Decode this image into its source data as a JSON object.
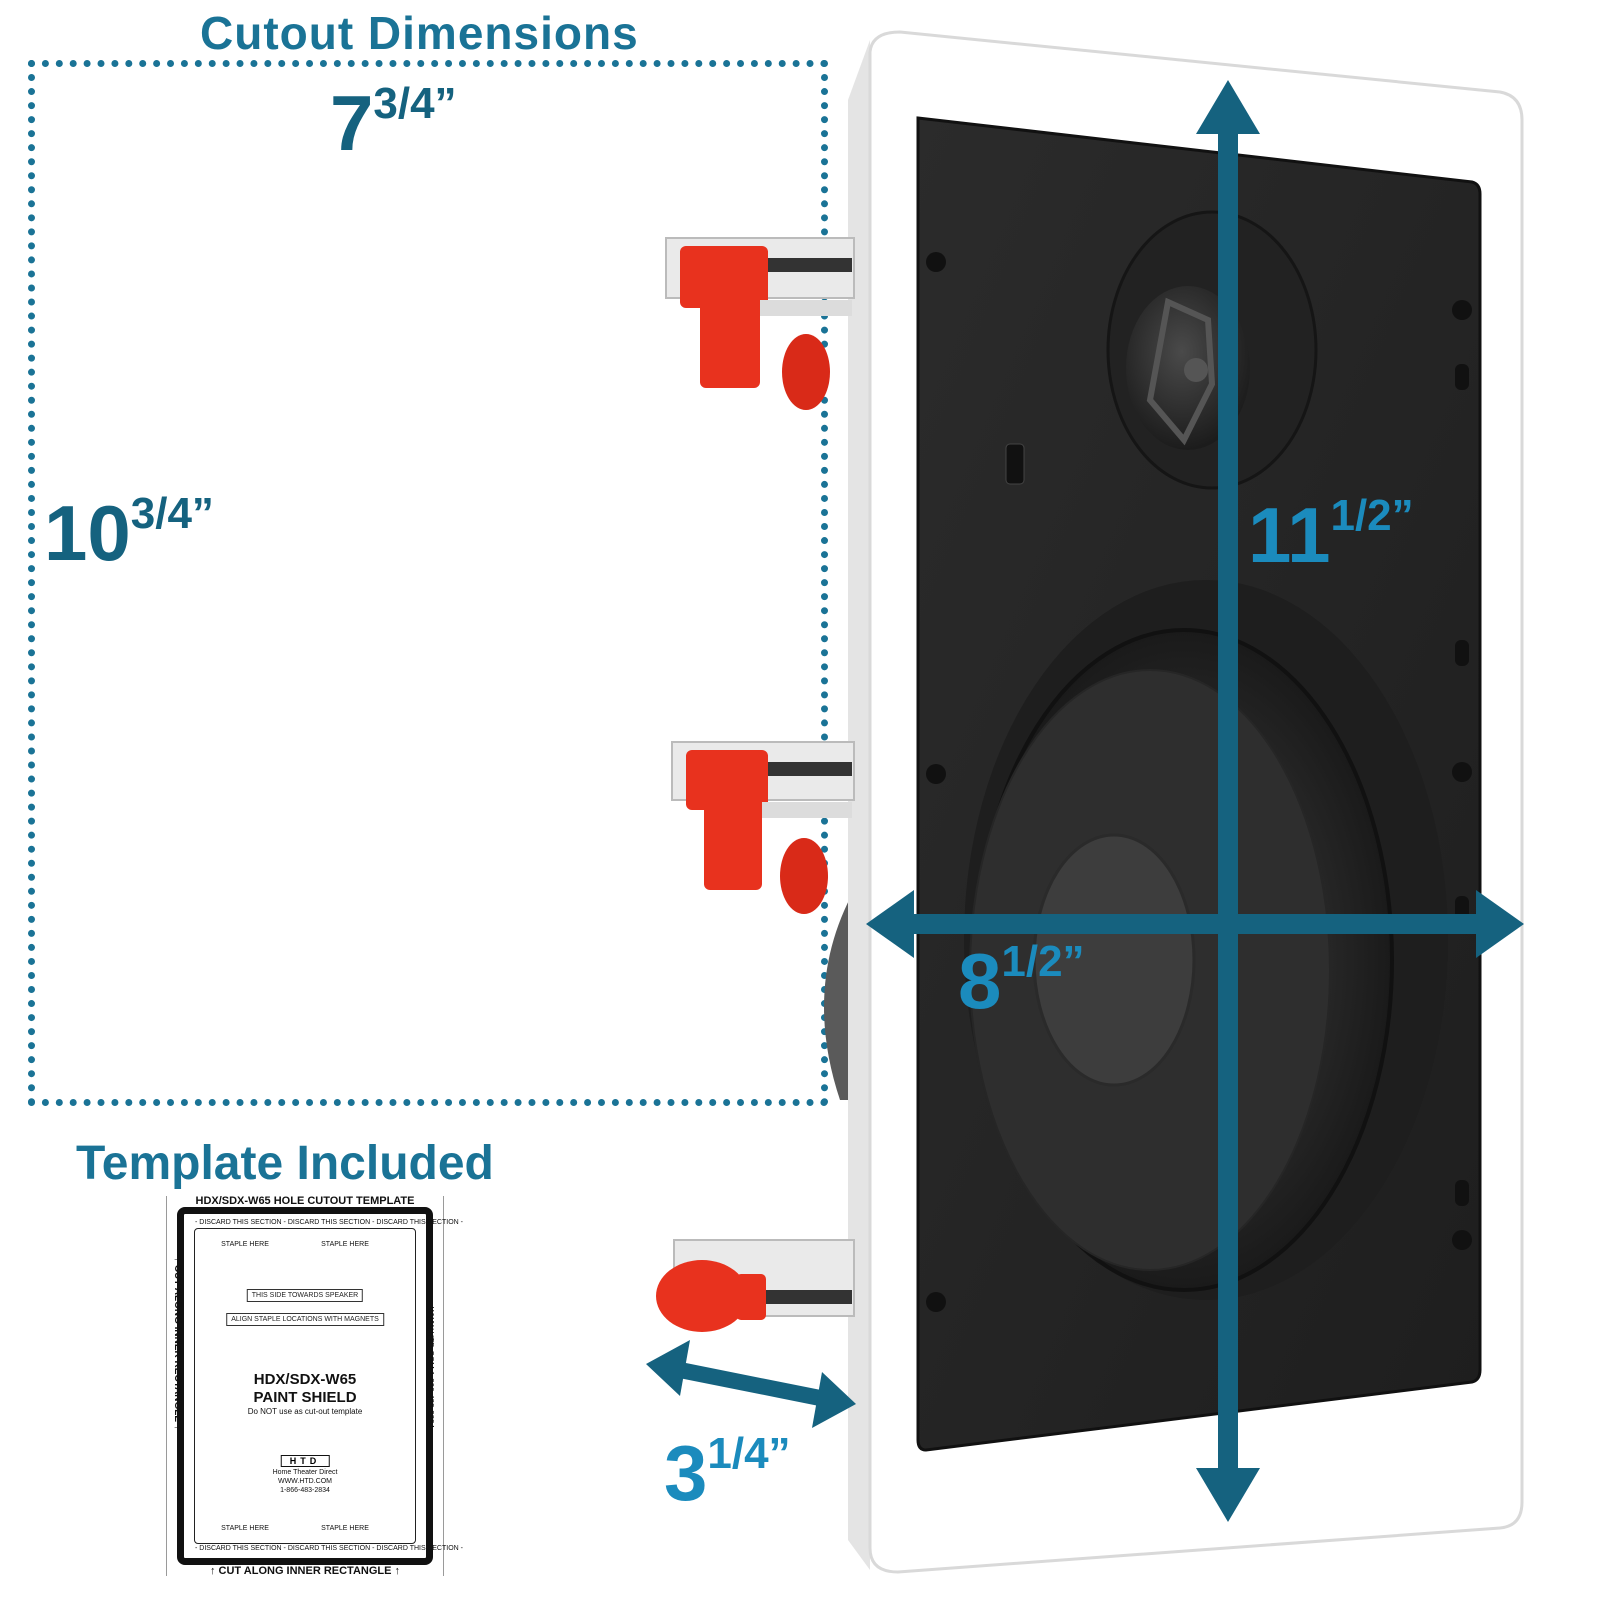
{
  "headings": {
    "cutout": "Cutout Dimensions",
    "template": "Template Included"
  },
  "dimensions": {
    "cutout_width": {
      "whole": "7",
      "fraction": "3/4”"
    },
    "cutout_height": {
      "whole": "10",
      "fraction": "3/4”"
    },
    "speaker_height": {
      "whole": "11",
      "fraction": "1/2”"
    },
    "speaker_width": {
      "whole": "8",
      "fraction": "1/2”"
    },
    "depth": {
      "whole": "3",
      "fraction": "1/4”"
    }
  },
  "template_card": {
    "header": "HDX/SDX-W65  HOLE CUTOUT TEMPLATE",
    "discard": "- DISCARD THIS SECTION - DISCARD THIS SECTION - DISCARD THIS SECTION -",
    "towards_speaker": "THIS SIDE TOWARDS SPEAKER",
    "align_staple": "ALIGN STAPLE LOCATIONS WITH MAGNETS",
    "title_line1": "HDX/SDX-W65",
    "title_line2": "PAINT SHIELD",
    "note": "Do NOT use as cut-out template",
    "logo": "HTD",
    "company": "Home Theater Direct",
    "website": "WWW.HTD.COM",
    "phone": "1-866-483-2834",
    "staple": "STAPLE HERE",
    "side_label": "↑ CUT ALONG INNER RECTANGLE ↑",
    "right_label": "WWW.HTD.COM    1-866-483-2834",
    "footer": "↑ CUT ALONG INNER RECTANGLE ↑"
  },
  "colors": {
    "dimension_dark": "#15627f",
    "dimension_light": "#1b8bbd",
    "clip_red": "#e8321e"
  }
}
